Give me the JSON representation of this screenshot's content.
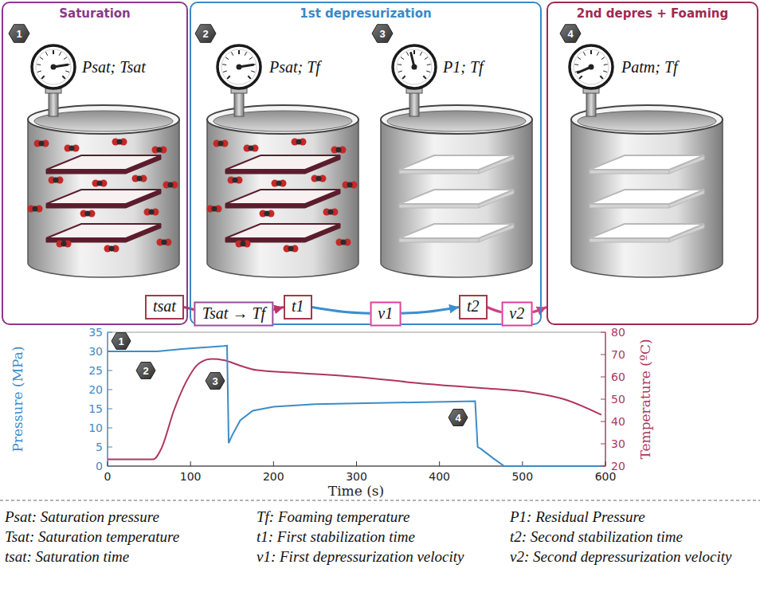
{
  "diagram": {
    "nodes": [
      {
        "text": [
          "Saturation"
        ]
      },
      {
        "text": [
          "1st depresurization"
        ]
      },
      {
        "text": [
          "2nd depres + Foaming"
        ]
      },
      {
        "text": [
          "tsat"
        ],
        "in": 0
      },
      {
        "text": [
          "t1"
        ],
        "in": 1
      },
      {
        "text": [
          "t2"
        ],
        "in": 1
      }
    ],
    "edges": [
      {
        "from": 3,
        "to": 4,
        "arrow": "to",
        "label": "Tsat → Tf"
      },
      {
        "from": 4,
        "to": 5,
        "arrow": "to",
        "label": "v1"
      },
      {
        "from": 5,
        "to": 2,
        "arrow": "to",
        "label": "v2"
      }
    ],
    "labels": [
      "1",
      "2",
      "3",
      "4",
      "Psat; Tsat",
      "Psat; Tf",
      "P1; Tf",
      "Patm; Tf",
      "1",
      "2",
      "3",
      "4",
      "0",
      "5",
      "10",
      "15",
      "20",
      "25",
      "30",
      "35",
      "20",
      "30",
      "40",
      "50",
      "60",
      "70",
      "80",
      "0",
      "100",
      "200",
      "300",
      "400",
      "500",
      "600",
      "Pressure (MPa)",
      "Temperature (ºC)",
      "Time (s)",
      "Psat: Saturation pressure",
      "Tsat: Saturation temperature",
      "tsat: Saturation time",
      "Tf: Foaming temperature",
      "t1: First stabilization time",
      "v1: First depressurization velocity",
      "P1: Residual Pressure",
      "t2: Second stabilization time",
      "v2: Second depressurization velocity"
    ]
  }
}
